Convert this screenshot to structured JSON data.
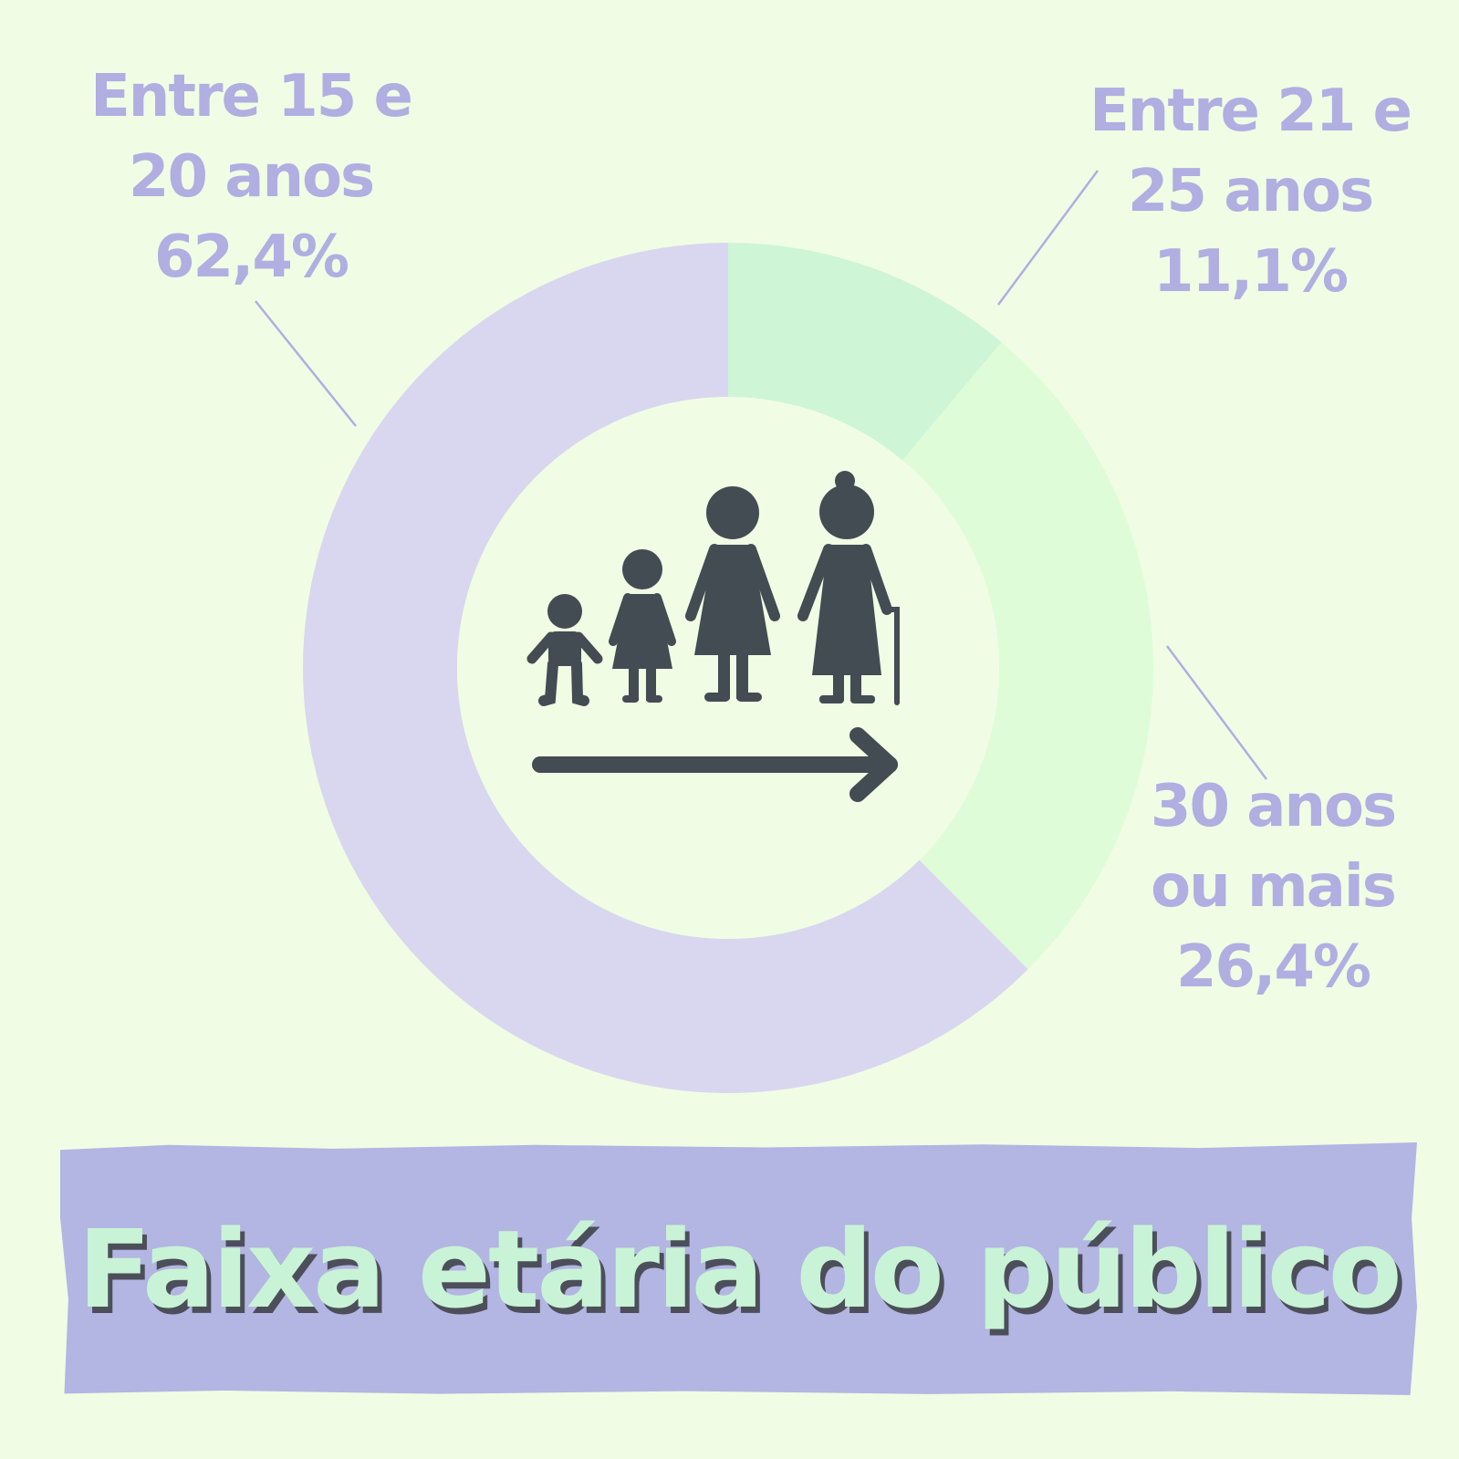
{
  "chart_data": {
    "type": "pie",
    "variant": "donut",
    "title": "Faixa etária do público",
    "unit": "%",
    "slices": [
      {
        "label_lines": [
          "Entre 15 e",
          "20 anos"
        ],
        "value": 62.4,
        "value_text": "62,4%",
        "color": "#d9d7ef"
      },
      {
        "label_lines": [
          "Entre 21 e",
          "25 anos"
        ],
        "value": 11.1,
        "value_text": "11,1%",
        "color": "#cdf5d6"
      },
      {
        "label_lines": [
          "30 anos",
          "ou mais"
        ],
        "value": 26.4,
        "value_text": "26,4%",
        "color": "#dffcd8"
      }
    ],
    "legend": "none"
  },
  "center_icon": "age-progression-family-icon",
  "colors": {
    "background": "#f0fde4",
    "label_text": "#b1aee1",
    "icon": "#434b53",
    "title_text": "#c9f3d6",
    "title_shadow": "#4c4f5a",
    "banner": "#b3b5e2"
  }
}
